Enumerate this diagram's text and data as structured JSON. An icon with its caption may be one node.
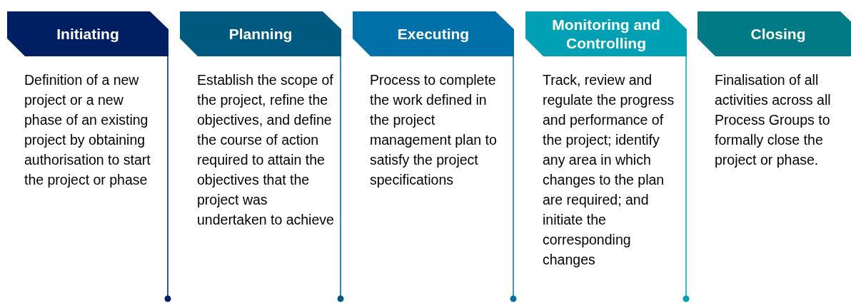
{
  "diagram": {
    "nodes": [
      {
        "text": [
          "Initiating",
          "Definition of a new project or a new phase of an existing project by obtaining authorisation to start the project or phase"
        ]
      },
      {
        "text": [
          "Planning",
          "Establish the scope of the project, refine the objectives, and define the course of action required to attain the objectives that the project was undertaken to achieve"
        ]
      },
      {
        "text": [
          "Executing",
          "Process to complete the work defined in the project management plan to satisfy the project specifications"
        ]
      },
      {
        "text": [
          "Monitoring and Controlling",
          "Track, review and regulate the progress and performance of the project; identify any area in which changes to the plan are required; and initiate the corresponding changes"
        ]
      },
      {
        "text": [
          "Closing",
          "Finalisation of all activities across all Process Groups to formally close the project or phase."
        ]
      }
    ]
  }
}
